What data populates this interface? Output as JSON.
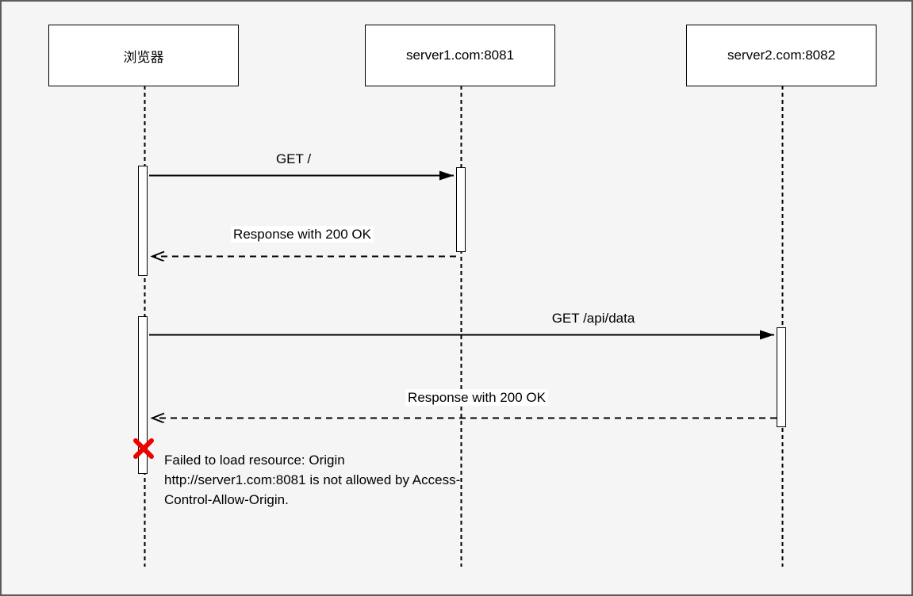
{
  "diagram_type": "sequence",
  "actors": [
    {
      "id": "browser",
      "label": "浏览器"
    },
    {
      "id": "server1",
      "label": "server1.com:8081"
    },
    {
      "id": "server2",
      "label": "server2.com:8082"
    }
  ],
  "messages": [
    {
      "label": "GET /",
      "from": "浏览器",
      "to": "server1.com:8081",
      "style": "solid"
    },
    {
      "label": "Response with 200 OK",
      "from": "server1.com:8081",
      "to": "浏览器",
      "style": "dashed"
    },
    {
      "label": "GET /api/data",
      "from": "浏览器",
      "to": "server2.com:8082",
      "style": "solid"
    },
    {
      "label": "Response with 200 OK",
      "from": "server2.com:8082",
      "to": "浏览器",
      "style": "dashed"
    }
  ],
  "error_note": {
    "text": "Failed to load resource: Origin http://server1.com:8081 is not allowed by Access-Control-Allow-Origin."
  },
  "colors": {
    "background": "#f5f5f5",
    "stroke": "#000000",
    "box_fill": "#ffffff",
    "error_red": "#ee0000"
  }
}
